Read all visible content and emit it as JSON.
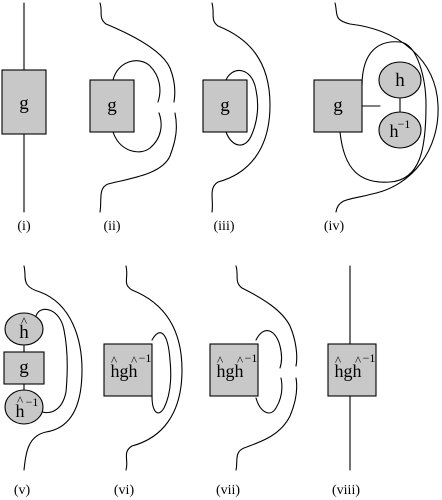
{
  "panels": [
    {
      "label": "(i)"
    },
    {
      "label": "(ii)"
    },
    {
      "label": "(iii)"
    },
    {
      "label": "(iv)"
    },
    {
      "label": "(v)"
    },
    {
      "label": "(vi)"
    },
    {
      "label": "(vii)"
    },
    {
      "label": "(viii)"
    }
  ],
  "symbols": {
    "g": "g",
    "h": "h",
    "h_inverse_base": "h",
    "inverse_exponent": "−1",
    "hat": "^",
    "hgh_inverse_base": "hgh"
  }
}
